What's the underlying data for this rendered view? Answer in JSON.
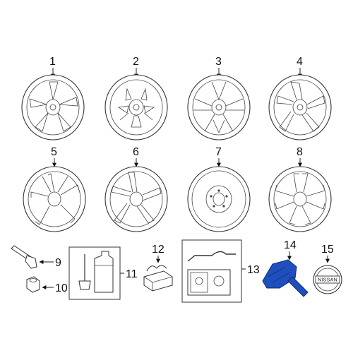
{
  "diagram": {
    "parts": [
      {
        "number": "1"
      },
      {
        "number": "2"
      },
      {
        "number": "3"
      },
      {
        "number": "4"
      },
      {
        "number": "5"
      },
      {
        "number": "6"
      },
      {
        "number": "7"
      },
      {
        "number": "8"
      },
      {
        "number": "9"
      },
      {
        "number": "10"
      },
      {
        "number": "11"
      },
      {
        "number": "12"
      },
      {
        "number": "13"
      },
      {
        "number": "14"
      },
      {
        "number": "15"
      }
    ],
    "emblem_text": "NISSAN",
    "highlight_color": "#1f4fbf"
  }
}
